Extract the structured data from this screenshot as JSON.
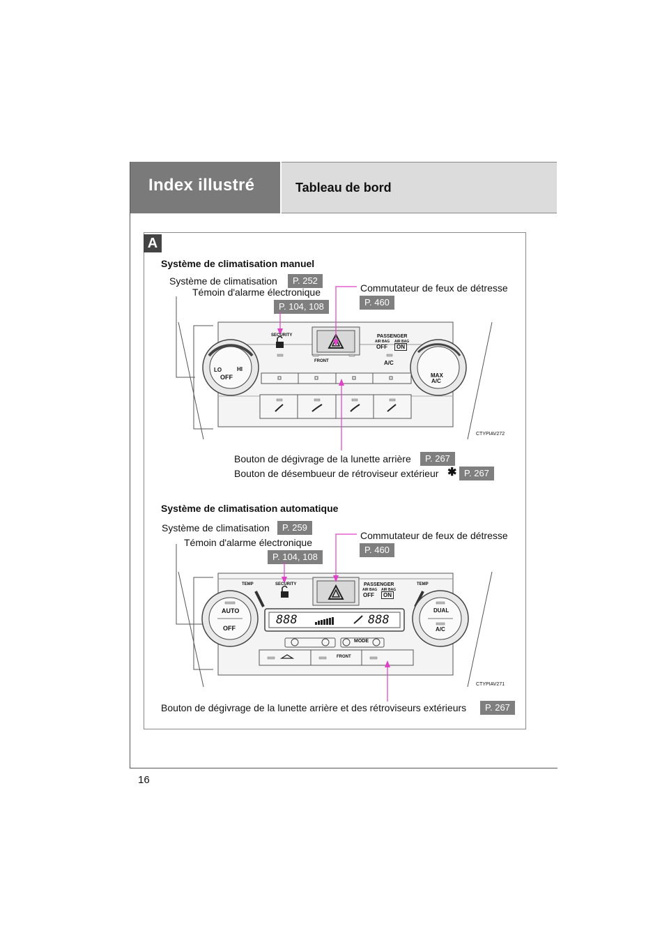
{
  "header": {
    "index_label": "Index illustré",
    "title": "Tableau de bord"
  },
  "section_letter": "A",
  "manual": {
    "heading": "Système de climatisation manuel",
    "ac_label": "Système de climatisation",
    "ac_ref": "P. 252",
    "alarm_label": "Témoin d'alarme électronique",
    "alarm_ref": "P. 104, 108",
    "hazard_label": "Commutateur de feux de détresse",
    "hazard_ref": "P. 460",
    "defog_label": "Bouton de dégivrage de la lunette arrière",
    "defog_ref": "P. 267",
    "mirror_label": "Bouton de désembueur de rétroviseur extérieur",
    "mirror_star": "✱",
    "mirror_ref": "P. 267",
    "image_code": "CTYPIAV272",
    "panel": {
      "security": "SECURITY",
      "passenger": "PASSENGER",
      "airbag": "AIR BAG",
      "off": "OFF",
      "on": "ON",
      "lo": "LO",
      "hi": "HI",
      "fan_off": "OFF",
      "front": "FRONT",
      "ac": "A/C",
      "max": "MAX",
      "max_ac": "A/C"
    }
  },
  "automatic": {
    "heading": "Système de climatisation automatique",
    "ac_label": "Système de climatisation",
    "ac_ref": "P. 259",
    "alarm_label": "Témoin d'alarme électronique",
    "alarm_ref": "P. 104, 108",
    "hazard_label": "Commutateur de feux de détresse",
    "hazard_ref": "P. 460",
    "defog_label": "Bouton de dégivrage de la lunette arrière et des rétroviseurs extérieurs",
    "defog_ref": "P. 267",
    "image_code": "CTYPIAV271",
    "panel": {
      "temp_left": "TEMP",
      "temp_right": "TEMP",
      "security": "SECURITY",
      "passenger": "PASSENGER",
      "airbag": "AIR BAG",
      "off": "OFF",
      "on": "ON",
      "auto": "AUTO",
      "fan_off": "OFF",
      "dual": "DUAL",
      "ac": "A/C",
      "mode": "MODE",
      "front": "FRONT",
      "display_left": "888",
      "display_right": "888"
    }
  },
  "page_number": "16",
  "colors": {
    "header_dark": "#7a7a7a",
    "header_light": "#dcdcdc",
    "badge": "#7f7f7f",
    "callout": "#e040c8"
  }
}
